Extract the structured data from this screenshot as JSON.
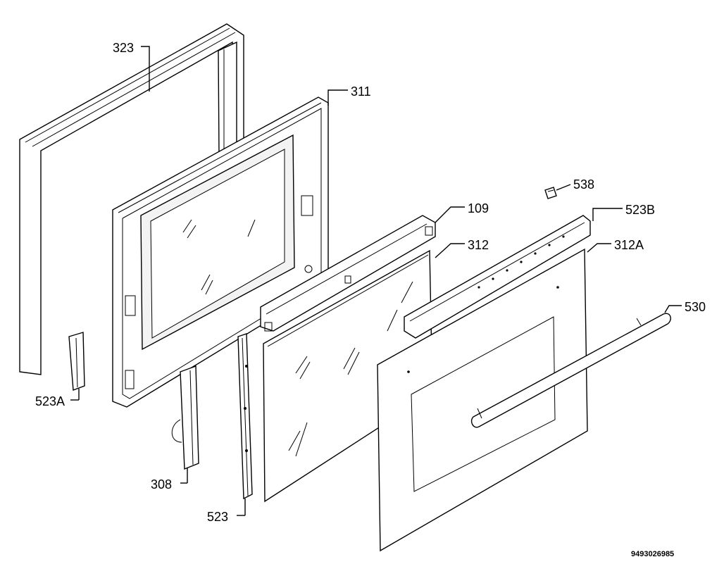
{
  "diagram": {
    "document_code": "9493026985",
    "callouts": [
      {
        "id": "323",
        "text": "323"
      },
      {
        "id": "311",
        "text": "311"
      },
      {
        "id": "538",
        "text": "538"
      },
      {
        "id": "523B",
        "text": "523B"
      },
      {
        "id": "109",
        "text": "109"
      },
      {
        "id": "312",
        "text": "312"
      },
      {
        "id": "312A",
        "text": "312A"
      },
      {
        "id": "530",
        "text": "530"
      },
      {
        "id": "523A",
        "text": "523A"
      },
      {
        "id": "308",
        "text": "308"
      },
      {
        "id": "523",
        "text": "523"
      }
    ]
  }
}
